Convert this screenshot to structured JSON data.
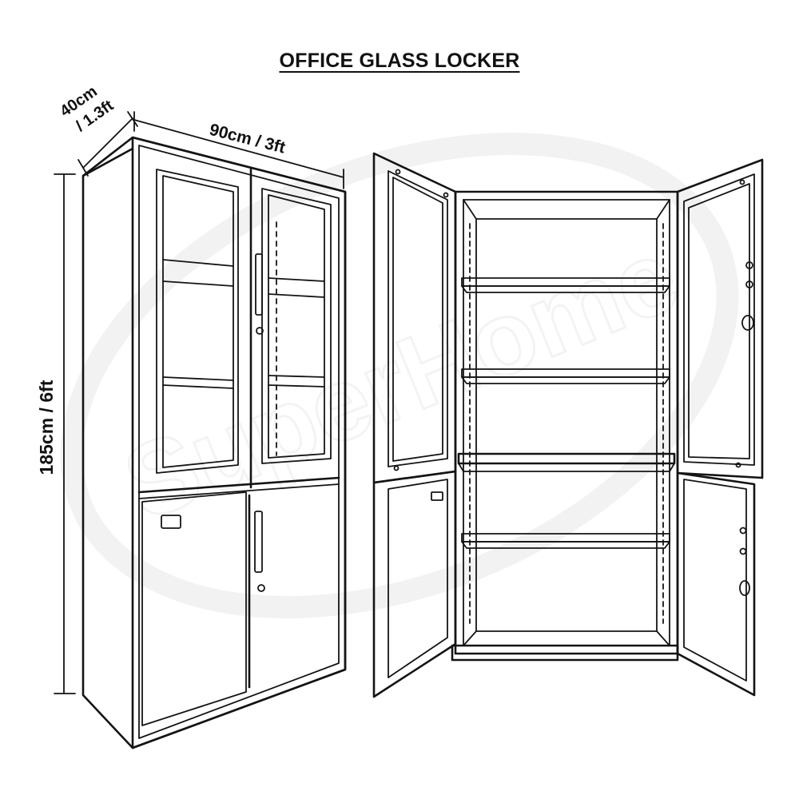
{
  "title": "OFFICE GLASS LOCKER",
  "dimensions": {
    "depth_line1": "40cm",
    "depth_line2": "/ 1.3ft",
    "width": "90cm / 3ft",
    "height": "185cm / 6ft"
  },
  "watermark": "SuperHome",
  "colors": {
    "line": "#141414",
    "background": "#ffffff",
    "watermark": "#e9e9e9"
  }
}
